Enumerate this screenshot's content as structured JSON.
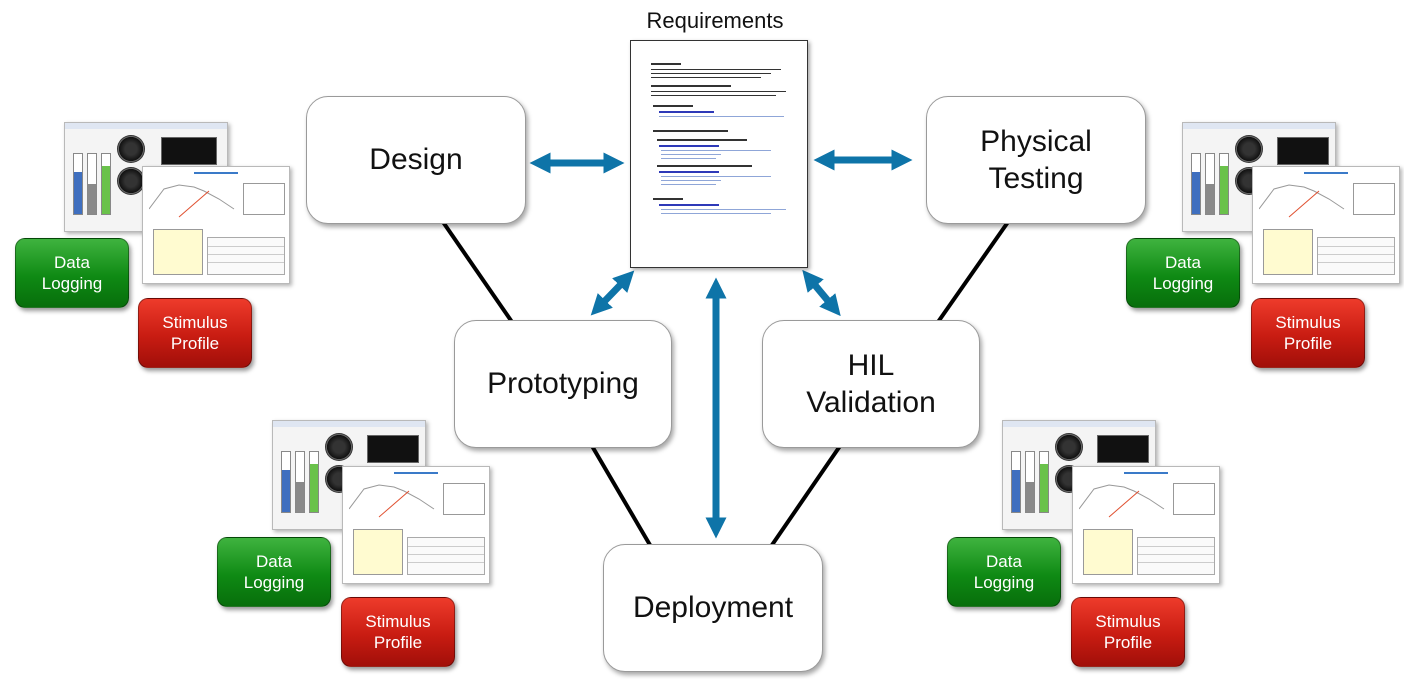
{
  "requirements": {
    "title": "Requirements"
  },
  "stages": {
    "design": "Design",
    "physical_testing": [
      "Physical",
      "Testing"
    ],
    "prototyping": "Prototyping",
    "hil_validation": [
      "HIL",
      "Validation"
    ],
    "deployment": "Deployment"
  },
  "panels": {
    "data_logging": [
      "Data",
      "Logging"
    ],
    "stimulus_profile": [
      "Stimulus",
      "Profile"
    ]
  },
  "colors": {
    "arrow": "#0e74a8",
    "green_button": "#129a18",
    "red_button": "#c81c12"
  }
}
